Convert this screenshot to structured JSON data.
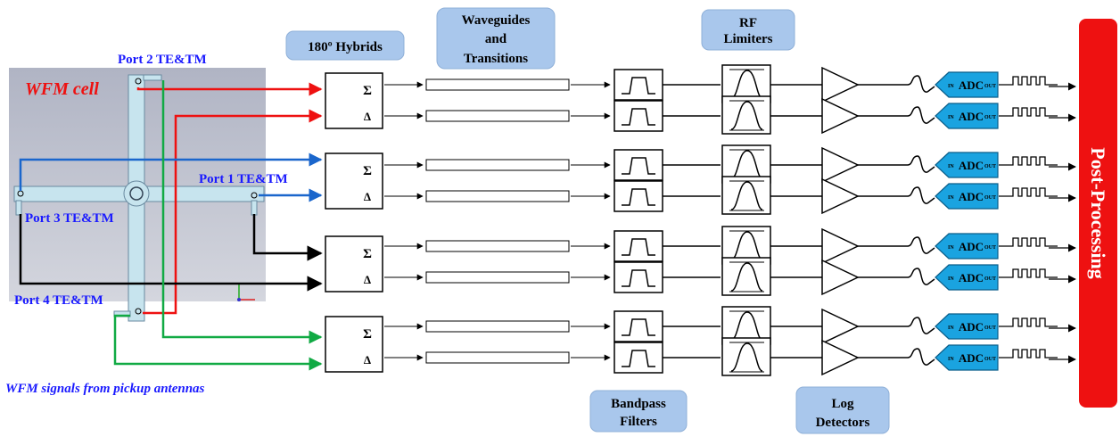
{
  "cell": {
    "title": "WFM cell",
    "caption": "WFM signals from pickup antennas",
    "ports": [
      "Port 2 TE&TM",
      "Port 1 TE&TM",
      "Port 3 TE&TM",
      "Port 4 TE&TM"
    ]
  },
  "stages": {
    "hybrids": "180º Hybrids",
    "waveguides": [
      "Waveguides",
      "and",
      "Transitions"
    ],
    "limiters": [
      "RF",
      "Limiters"
    ],
    "filters": [
      "Bandpass",
      "Filters"
    ],
    "detectors": [
      "Log",
      "Detectors"
    ],
    "post": "Post-Processing"
  },
  "hybrid_symbols": {
    "sum": "Σ",
    "delta": "Δ"
  },
  "adc": {
    "label": "ADC",
    "in": "IN",
    "out": "OUT"
  },
  "colors": {
    "red": "#ee1111",
    "blue": "#1a66cc",
    "green": "#11aa44",
    "black": "#000000",
    "stage_box": "#a9c7ec",
    "post_bar": "#ee1111",
    "adc": "#1aa3e0"
  }
}
